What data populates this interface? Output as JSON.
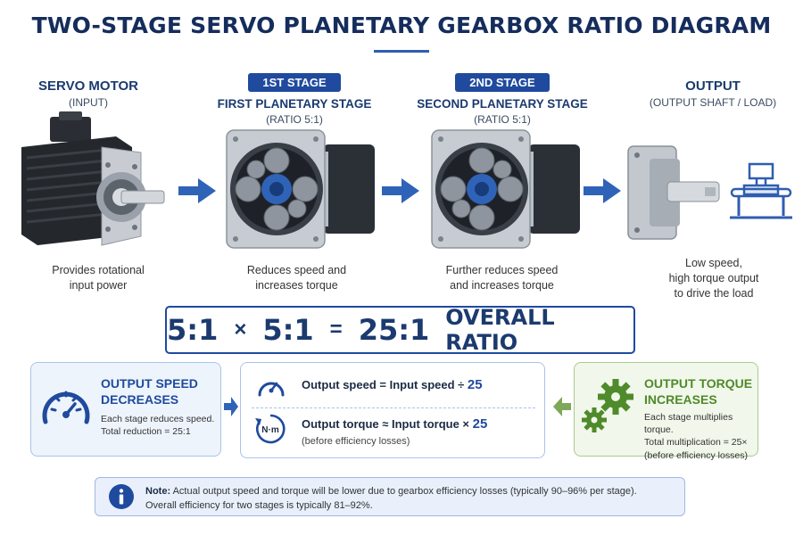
{
  "title": "TWO-STAGE SERVO PLANETARY GEARBOX RATIO DIAGRAM",
  "colors": {
    "primary": "#1f4a9e",
    "navy": "#152d5c",
    "green": "#4f8a2b",
    "arrow_blue": "#2f63b8",
    "arrow_green": "#7da85a"
  },
  "stages": {
    "motor": {
      "heading": "SERVO MOTOR",
      "sub": "(INPUT)",
      "caption_line1": "Provides rotational",
      "caption_line2": "input power"
    },
    "first": {
      "pill": "1ST STAGE",
      "heading": "FIRST PLANETARY STAGE",
      "sub": "(RATIO 5:1)",
      "caption_line1": "Reduces speed and",
      "caption_line2": "increases torque"
    },
    "second": {
      "pill": "2ND STAGE",
      "heading": "SECOND PLANETARY STAGE",
      "sub": "(RATIO 5:1)",
      "caption_line1": "Further reduces speed",
      "caption_line2": "and increases torque"
    },
    "output": {
      "heading": "OUTPUT",
      "sub": "(OUTPUT SHAFT / LOAD)",
      "caption_line1": "Low speed,",
      "caption_line2": "high torque output",
      "caption_line3": "to drive the load"
    }
  },
  "ratio": {
    "first": "5:1",
    "times": "×",
    "second": "5:1",
    "equals": "=",
    "total": "25:1",
    "label": "OVERALL RATIO"
  },
  "speed_card": {
    "title_line1": "OUTPUT SPEED",
    "title_line2": "DECREASES",
    "body_line1": "Each stage reduces speed.",
    "body_line2": "Total reduction = 25:1",
    "icon": "speedometer-icon"
  },
  "formulas": {
    "speed_prefix": "Output speed = Input speed ÷",
    "speed_value": "25",
    "torque_prefix": "Output torque ≈ Input torque ×",
    "torque_value": "25",
    "torque_note": "(before efficiency losses)",
    "torque_icon_label": "N·m"
  },
  "torque_card": {
    "title_line1": "OUTPUT TORQUE",
    "title_line2": "INCREASES",
    "body_line1": "Each stage multiplies torque.",
    "body_line2": "Total multiplication = 25×",
    "body_line3": "(before efficiency losses)",
    "icon": "gears-icon"
  },
  "note": {
    "label": "Note:",
    "line1": "Actual output speed and torque will be lower due to gearbox efficiency losses (typically 90–96% per stage).",
    "line2": "Overall efficiency for two stages is typically 81–92%.",
    "icon": "info-icon"
  }
}
